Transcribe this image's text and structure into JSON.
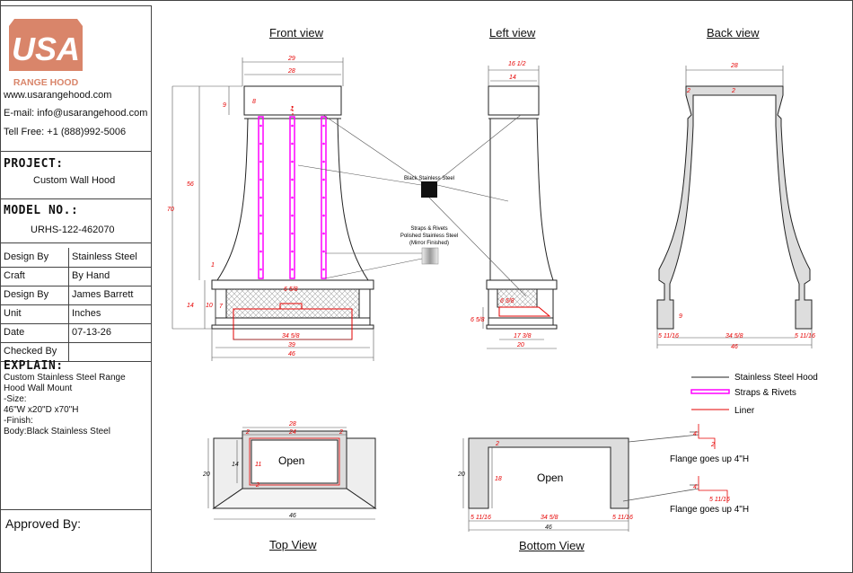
{
  "brand": {
    "logo_text": "USA",
    "logo_sub": "RANGE HOOD",
    "website": "www.usarangehood.com",
    "email": "E-mail: info@usarangehood.com",
    "phone": "Tell Free: +1 (888)992-5006"
  },
  "project": {
    "label": "PROJECT:",
    "value": "Custom Wall Hood"
  },
  "model": {
    "label": "MODEL NO.:",
    "value": "URHS-122-462070"
  },
  "details": [
    {
      "key": "Design By",
      "value": "Stainless Steel"
    },
    {
      "key": "Craft",
      "value": "By Hand"
    },
    {
      "key": "Design By",
      "value": "James Barrett"
    },
    {
      "key": "Unit",
      "value": "Inches"
    },
    {
      "key": "Date",
      "value": "07-13-26"
    },
    {
      "key": "Checked By",
      "value": ""
    }
  ],
  "explain": {
    "label": "EXPLAIN:",
    "lines": [
      "Custom Stainless Steel Range",
      "Hood Wall Mount",
      "-Size:",
      "46\"W x20\"D x70\"H",
      "-Finish:",
      "Body:Black Stainless Steel"
    ]
  },
  "approved": "Approved By:",
  "views": {
    "front": "Front view",
    "left": "Left view",
    "back": "Back view",
    "top": "Top View",
    "bottom": "Bottom View"
  },
  "front_dims": {
    "d29": "29",
    "d28": "28",
    "d8": "8",
    "d9": "9",
    "d1a": "1",
    "d56": "56",
    "d70": "70",
    "d1b": "1",
    "d14": "14",
    "d10": "10",
    "d7": "7",
    "d6": "6 5/8",
    "d34": "34 5/8",
    "d39": "39",
    "d46": "46"
  },
  "left_dims": {
    "d16": "16 1/2",
    "d14": "14",
    "d6a": "6 5/8",
    "d6b": "6 5/8",
    "d17": "17 3/8",
    "d20": "20"
  },
  "back_dims": {
    "d28": "28",
    "d2a": "2",
    "d2b": "2",
    "d9": "9",
    "d5a": "5 11/16",
    "d34": "34 5/8",
    "d5b": "5 11/16",
    "d46": "46"
  },
  "top_dims": {
    "d28": "28",
    "d2a": "2",
    "d24": "24",
    "d2b": "2",
    "d20": "20",
    "d14": "14",
    "d11": "11",
    "d2c": "2",
    "d46": "46",
    "open": "Open"
  },
  "bottom_dims": {
    "d2": "2",
    "d20": "20",
    "d18": "18",
    "d5a": "5 11/16",
    "d34": "34 5/8",
    "d5b": "5 11/16",
    "d46": "46",
    "open": "Open"
  },
  "callouts": {
    "black": "Black Stainless Steel",
    "straps1": "Straps & Rivets",
    "straps2": "Polished Stainless Steel",
    "straps3": "(Mirror Finished)"
  },
  "legend": {
    "hood": "Stainless Steel Hood",
    "straps": "Straps & Rivets",
    "liner": "Liner",
    "flange1": "Flange goes up 4\"H",
    "flange2": "Flange goes up 4\"H",
    "f4a": "4",
    "f2": "2",
    "f4b": "4",
    "f5": "5 11/16"
  },
  "colors": {
    "logo": "#d9856a",
    "magenta": "#ff00ff",
    "red": "#e60000",
    "panel": "#dddddd",
    "dark": "#222222"
  }
}
